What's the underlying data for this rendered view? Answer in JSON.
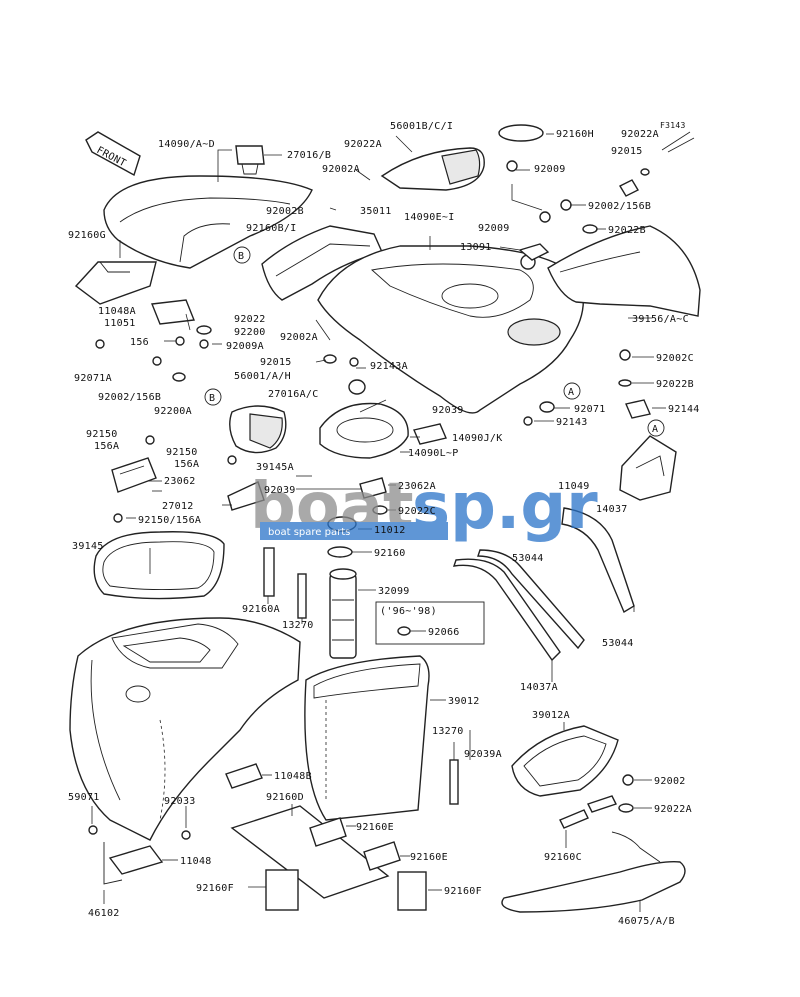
{
  "figure_code": "F3143",
  "front_label": "FRONT",
  "year_note": "('96~'98)",
  "ref_markers": {
    "a": "A",
    "b": "B"
  },
  "watermark": {
    "brand_left": "boat",
    "brand_right": "sp",
    "tld": ".gr",
    "tagline": "boat spare parts",
    "color_left": "#8d8d8d",
    "color_right": "#2a74c9"
  },
  "labels": [
    "14090/A~D",
    "27016/B",
    "56001B/C/I",
    "92160H",
    "92022A",
    "92015",
    "92022A",
    "92002A",
    "92009",
    "92002B",
    "35011",
    "14090E~I",
    "92009",
    "92002/156B",
    "92160G",
    "92160B/I",
    "13091",
    "92022B",
    "11048A",
    "11051",
    "92022",
    "92200",
    "92002A",
    "39156/A~C",
    "156",
    "92009A",
    "92071A",
    "92015",
    "92143A",
    "92002C",
    "92002/156B",
    "56001/A/H",
    "92022B",
    "27016A/C",
    "92200A",
    "92039",
    "92071",
    "92144",
    "92143",
    "14090J/K",
    "92150",
    "156A",
    "92150",
    "156A",
    "14090L~P",
    "39145A",
    "23062",
    "92039",
    "23062A",
    "11049",
    "27012",
    "92022C",
    "14037",
    "92150/156A",
    "11012",
    "39145",
    "92160",
    "53044",
    "32099",
    "92160A",
    "13270",
    "92066",
    "53044",
    "14037A",
    "39012",
    "39012A",
    "13270",
    "92039A",
    "92002",
    "11048B",
    "59071",
    "92033",
    "92160D",
    "92022A",
    "92160E",
    "92160E",
    "11048",
    "92160C",
    "92160F",
    "92160F",
    "46102",
    "46075/A/B"
  ]
}
